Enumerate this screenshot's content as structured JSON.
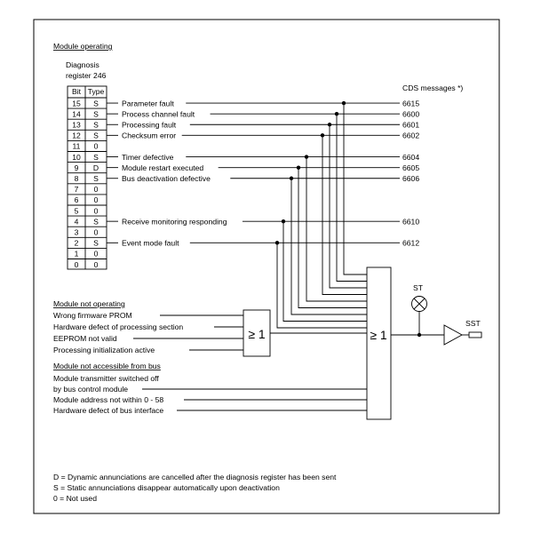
{
  "sections": {
    "module_operating": "Module operating",
    "module_not_operating": "Module not operating",
    "module_not_accessible": "Module not accessible from bus"
  },
  "register": {
    "title_line1": "Diagnosis",
    "title_line2": "register 246",
    "col_bit": "Bit",
    "col_type": "Type",
    "rows": [
      {
        "bit": "15",
        "type": "S",
        "label": "Parameter fault",
        "cds": "6615"
      },
      {
        "bit": "14",
        "type": "S",
        "label": "Process channel fault",
        "cds": "6600"
      },
      {
        "bit": "13",
        "type": "S",
        "label": "Processing fault",
        "cds": "6601"
      },
      {
        "bit": "12",
        "type": "S",
        "label": "Checksum error",
        "cds": "6602"
      },
      {
        "bit": "11",
        "type": "0",
        "label": "",
        "cds": ""
      },
      {
        "bit": "10",
        "type": "S",
        "label": "Timer defective",
        "cds": "6604"
      },
      {
        "bit": "9",
        "type": "D",
        "label": "Module restart executed",
        "cds": "6605"
      },
      {
        "bit": "8",
        "type": "S",
        "label": "Bus deactivation defective",
        "cds": "6606"
      },
      {
        "bit": "7",
        "type": "0",
        "label": "",
        "cds": ""
      },
      {
        "bit": "6",
        "type": "0",
        "label": "",
        "cds": ""
      },
      {
        "bit": "5",
        "type": "0",
        "label": "",
        "cds": ""
      },
      {
        "bit": "4",
        "type": "S",
        "label": "Receive monitoring responding",
        "cds": "6610"
      },
      {
        "bit": "3",
        "type": "0",
        "label": "",
        "cds": ""
      },
      {
        "bit": "2",
        "type": "S",
        "label": "Event mode fault",
        "cds": "6612"
      },
      {
        "bit": "1",
        "type": "0",
        "label": "",
        "cds": ""
      },
      {
        "bit": "0",
        "type": "0",
        "label": "",
        "cds": ""
      }
    ]
  },
  "cds_header": "CDS messages *)",
  "not_operating_inputs": [
    "Wrong firmware PROM",
    "Hardware defect of processing section",
    "EEPROM not valid",
    "Processing initialization active"
  ],
  "not_accessible_inputs": [
    "Module transmitter switched off",
    "by bus control module",
    "Module address not within 0 - 58",
    "Hardware defect of bus interface"
  ],
  "gates": {
    "small_gate_label": "≥ 1",
    "big_gate_label": "≥ 1"
  },
  "outputs": {
    "lamp_label": "ST",
    "output_label": "SST"
  },
  "legend": [
    "D = Dynamic annunciations are cancelled after the diagnosis register has been sent",
    "S = Static annunciations disappear automatically upon deactivation",
    "0 = Not used"
  ]
}
